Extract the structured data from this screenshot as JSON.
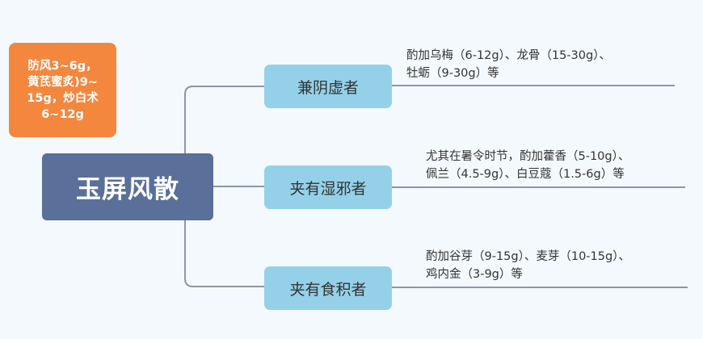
{
  "note": {
    "lines": [
      "防风3~6g，",
      "黄芪蜜炙)9~",
      "15g，炒白术",
      "6~12g"
    ]
  },
  "root": {
    "label": "玉屏风散"
  },
  "branches": [
    {
      "label": "兼阴虚者",
      "detail": [
        "酌加乌梅（6-12g）、龙骨（15-30g）、",
        "牡蛎（9-30g）等"
      ]
    },
    {
      "label": "夹有湿邪者",
      "detail": [
        "尤其在暑令时节，酌加藿香（5-10g）、",
        "佩兰（4.5-9g）、白豆蔻（1.5-6g）等"
      ]
    },
    {
      "label": "夹有食积者",
      "detail": [
        "酌加谷芽（9-15g）、麦芽（10-15g）、",
        "鸡内金（3-9g）等"
      ]
    }
  ],
  "colors": {
    "background": "#f4f9fd",
    "root": "#5a6f99",
    "branch": "#94d1e8",
    "note": "#f4873e",
    "connector": "#8d96aa"
  }
}
